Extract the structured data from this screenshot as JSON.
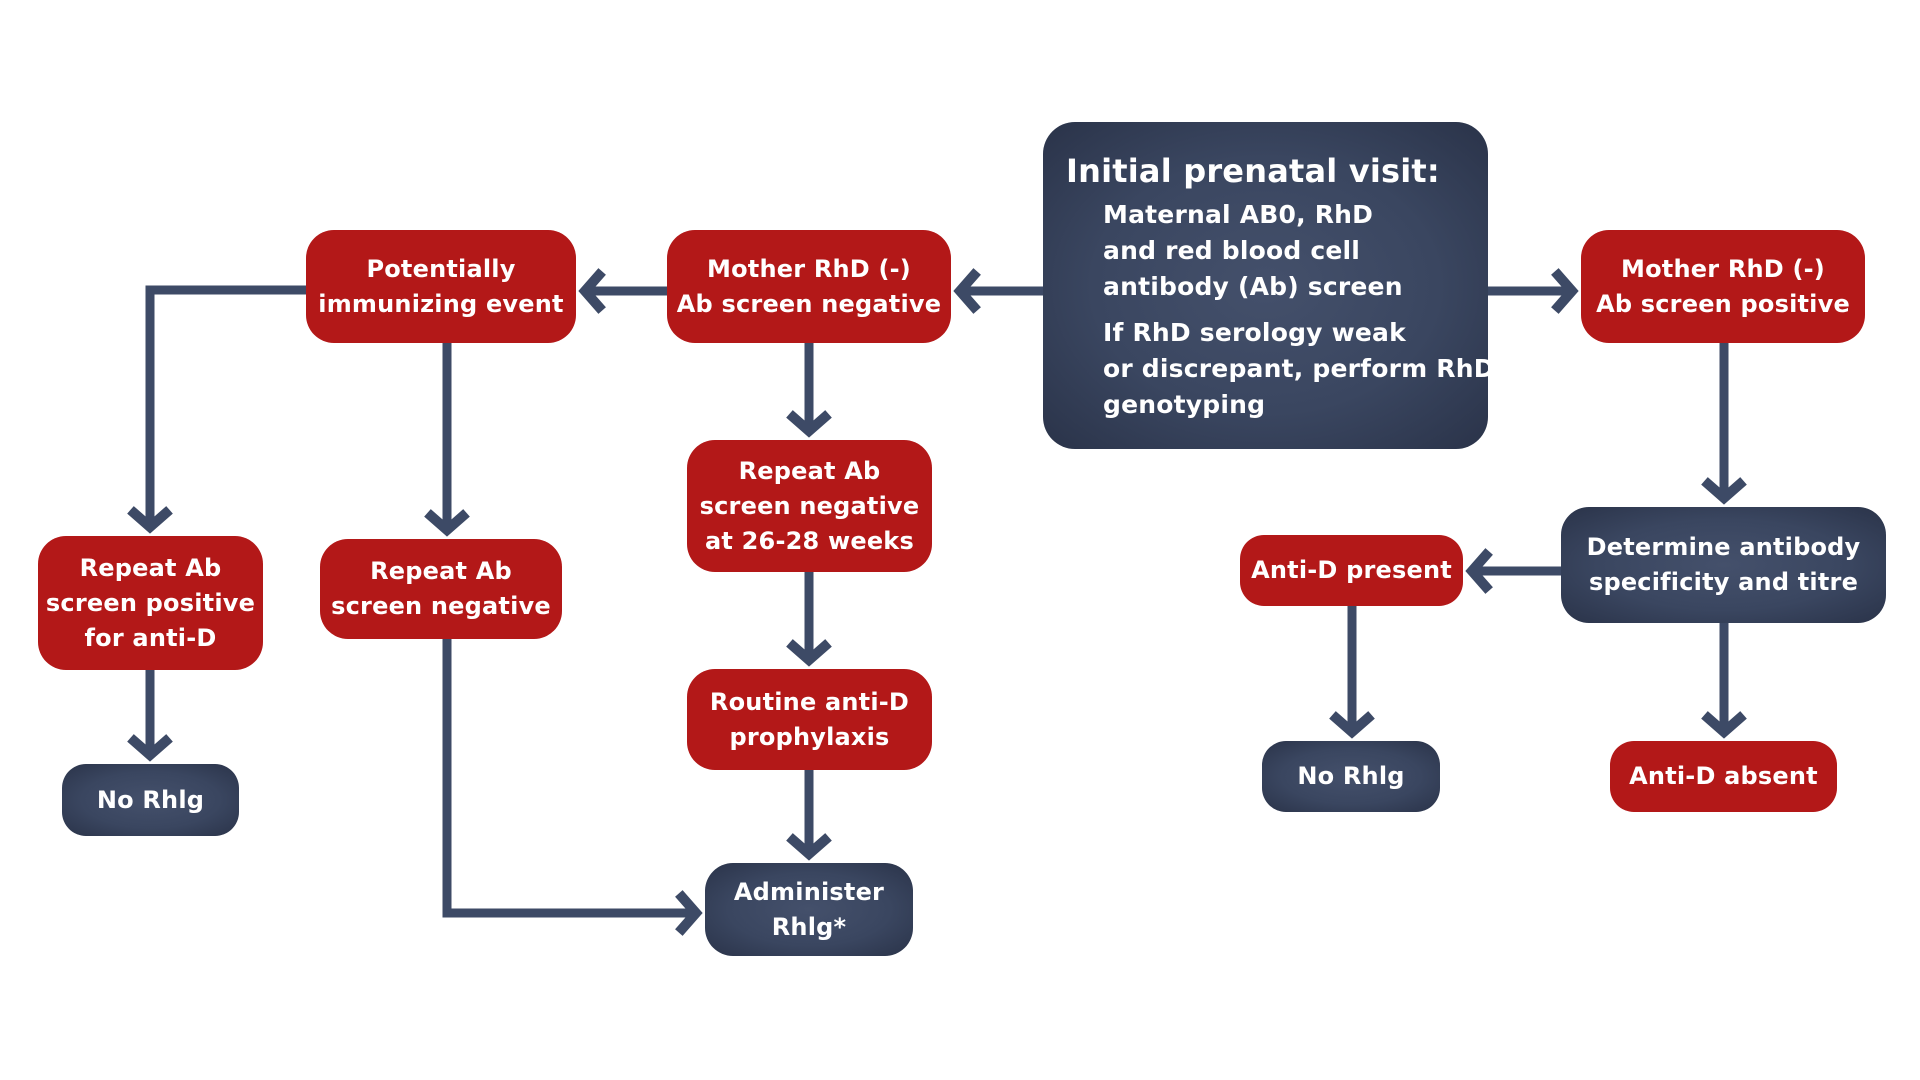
{
  "diagram": {
    "title": "Prenatal RhD management flowchart",
    "colors": {
      "red_box": "#b31818",
      "navy_box": "#3a4660",
      "arrow": "#3d4a66",
      "text": "#ffffff",
      "background": "#ffffff"
    },
    "nodes": {
      "initial": {
        "title": "Initial prenatal visit:",
        "lines1": [
          "Maternal AB0, RhD",
          "and red blood cell",
          "antibody (Ab) screen"
        ],
        "lines2": [
          "If RhD serology weak",
          "or discrepant, perform RhD",
          "genotyping"
        ],
        "style": "navy"
      },
      "mother_neg": {
        "lines": [
          "Mother RhD (-)",
          "Ab screen negative"
        ],
        "style": "red"
      },
      "mother_pos": {
        "lines": [
          "Mother RhD (-)",
          "Ab screen positive"
        ],
        "style": "red"
      },
      "pie": {
        "lines": [
          "Potentially",
          "immunizing event"
        ],
        "style": "red"
      },
      "repeat_pos": {
        "lines": [
          "Repeat Ab",
          "screen positive",
          "for anti-D"
        ],
        "style": "red"
      },
      "repeat_neg_left": {
        "lines": [
          "Repeat Ab",
          "screen negative"
        ],
        "style": "red"
      },
      "repeat_2628": {
        "lines": [
          "Repeat Ab",
          "screen negative",
          "at 26-28 weeks"
        ],
        "style": "red"
      },
      "routine": {
        "lines": [
          "Routine anti-D",
          "prophylaxis"
        ],
        "style": "red"
      },
      "administer": {
        "lines": [
          "Administer",
          "Rhlg*"
        ],
        "style": "navy"
      },
      "no_rhlg_left": {
        "lines": [
          "No Rhlg"
        ],
        "style": "navy"
      },
      "determine": {
        "lines": [
          "Determine antibody",
          "specificity and titre"
        ],
        "style": "navy"
      },
      "antid_present": {
        "lines": [
          "Anti-D present"
        ],
        "style": "red"
      },
      "no_rhlg_right": {
        "lines": [
          "No Rhlg"
        ],
        "style": "navy"
      },
      "antid_absent": {
        "lines": [
          "Anti-D absent"
        ],
        "style": "red"
      }
    },
    "edges": [
      {
        "from": "initial",
        "to": "mother_neg"
      },
      {
        "from": "initial",
        "to": "mother_pos"
      },
      {
        "from": "mother_neg",
        "to": "pie"
      },
      {
        "from": "mother_neg",
        "to": "repeat_2628"
      },
      {
        "from": "pie",
        "to": "repeat_pos"
      },
      {
        "from": "pie",
        "to": "repeat_neg_left"
      },
      {
        "from": "repeat_pos",
        "to": "no_rhlg_left"
      },
      {
        "from": "repeat_neg_left",
        "to": "administer"
      },
      {
        "from": "repeat_2628",
        "to": "routine"
      },
      {
        "from": "routine",
        "to": "administer"
      },
      {
        "from": "mother_pos",
        "to": "determine"
      },
      {
        "from": "determine",
        "to": "antid_present"
      },
      {
        "from": "determine",
        "to": "antid_absent"
      },
      {
        "from": "antid_present",
        "to": "no_rhlg_right"
      }
    ]
  }
}
